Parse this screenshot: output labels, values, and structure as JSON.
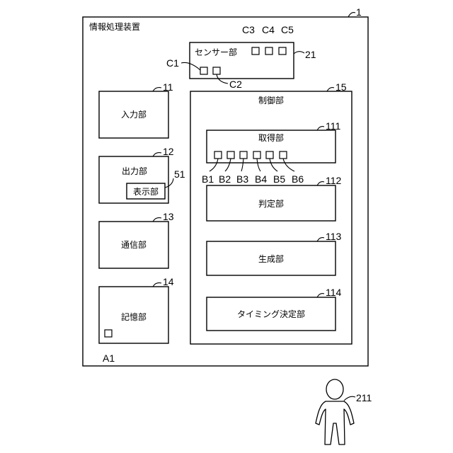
{
  "device": {
    "title": "情報処理装置",
    "ref": "1"
  },
  "sensor": {
    "label": "センサー部",
    "ref": "21",
    "ports": {
      "c1": "C1",
      "c2": "C2",
      "c3": "C3",
      "c4": "C4",
      "c5": "C5"
    }
  },
  "input": {
    "label": "入力部",
    "ref": "11"
  },
  "output": {
    "label": "出力部",
    "ref": "12",
    "display": {
      "label": "表示部",
      "ref": "51"
    }
  },
  "comm": {
    "label": "通信部",
    "ref": "13"
  },
  "storage": {
    "label": "記憶部",
    "ref": "14",
    "port": "A1"
  },
  "control": {
    "label": "制御部",
    "ref": "15",
    "acquire": {
      "label": "取得部",
      "ref": "111",
      "ports": {
        "b1": "B1",
        "b2": "B2",
        "b3": "B3",
        "b4": "B4",
        "b5": "B5",
        "b6": "B6"
      }
    },
    "judge": {
      "label": "判定部",
      "ref": "112"
    },
    "generate": {
      "label": "生成部",
      "ref": "113"
    },
    "timing": {
      "label": "タイミング決定部",
      "ref": "114"
    }
  },
  "person": {
    "ref": "211"
  }
}
